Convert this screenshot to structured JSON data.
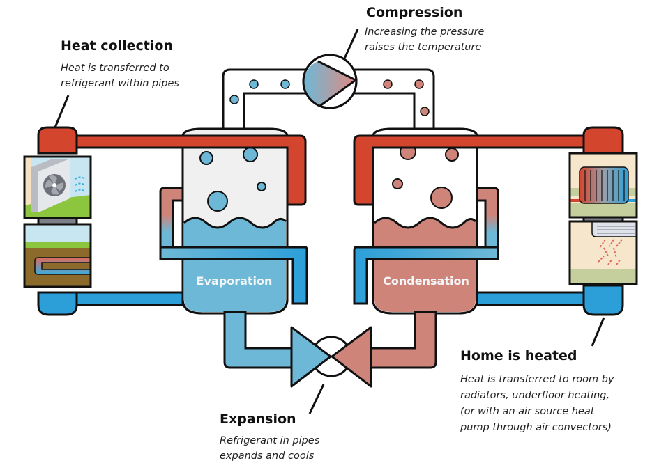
{
  "diagram": {
    "subject": "Heat pump refrigeration cycle",
    "colors": {
      "hot_pipe": "#d4452e",
      "cold_pipe": "#2c9fd9",
      "cold_fluid": "#6db8d6",
      "warm_fluid": "#cf847a",
      "vessel_empty": "#f0f0f0",
      "outline": "#111111",
      "grass": "#8cc63f",
      "soil": "#8b6a2b",
      "sky": "#c7e6f1",
      "room": "#f5e6cc",
      "floor": "#c5cf9e"
    },
    "annotations": {
      "heat_collection": {
        "title": "Heat collection",
        "lines": [
          "Heat is transferred to",
          "refrigerant within pipes"
        ]
      },
      "compression": {
        "title": "Compression",
        "lines": [
          "Increasing the pressure",
          "raises the temperature"
        ]
      },
      "expansion": {
        "title": "Expansion",
        "lines": [
          "Refrigerant in pipes",
          "expands and cools"
        ]
      },
      "home_heated": {
        "title": "Home is heated",
        "lines": [
          "Heat is transferred to room by",
          "radiators, underfloor heating,",
          "(or with an air source heat",
          "pump through air convectors)"
        ]
      }
    },
    "vessels": {
      "evaporation": {
        "label": "Evaporation"
      },
      "condensation": {
        "label": "Condensation"
      }
    },
    "sources": [
      {
        "name": "air-source-unit",
        "icon": "fan-icon"
      },
      {
        "name": "ground-loop",
        "icon": "ground-pipe-icon"
      }
    ],
    "emitters": [
      {
        "name": "radiator",
        "icon": "radiator-icon"
      },
      {
        "name": "air-convector",
        "icon": "air-convector-icon"
      }
    ]
  }
}
